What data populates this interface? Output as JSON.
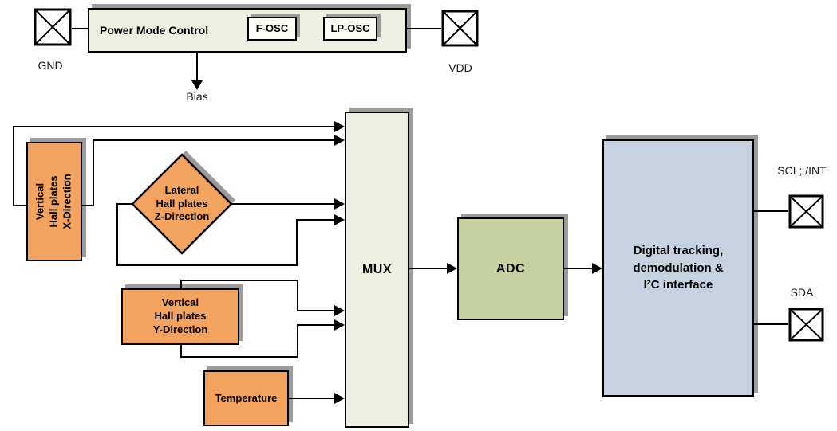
{
  "diagram": {
    "top": {
      "gnd_label": "GND",
      "vdd_label": "VDD",
      "power_block": "Power Mode Control",
      "fosc_block": "F-OSC",
      "lposc_block": "LP-OSC",
      "bias_label": "Bias"
    },
    "sensors": {
      "hall_x": {
        "line1": "Vertical",
        "line2": "Hall plates",
        "line3": "X-Direction"
      },
      "hall_z": {
        "line1": "Lateral",
        "line2": "Hall plates",
        "line3": "Z-Direction"
      },
      "hall_y": {
        "line1": "Vertical",
        "line2": "Hall plates",
        "line3": "Y-Direction"
      },
      "temperature_block": "Temperature"
    },
    "signal_chain": {
      "mux_block": "MUX",
      "adc_block": "ADC",
      "digital_block": {
        "line1": "Digital tracking,",
        "line2": "demodulation &",
        "line3": "I²C interface"
      }
    },
    "io": {
      "scl_label": "SCL; /INT",
      "sda_label": "SDA"
    },
    "colors": {
      "block_pale": "#EDEFE0",
      "block_orange": "#F1A35F",
      "block_green": "#C7D1A0",
      "block_blue": "#C7D2E1",
      "shadow_gray": "#9B9B9B",
      "line_black": "#000000"
    }
  }
}
